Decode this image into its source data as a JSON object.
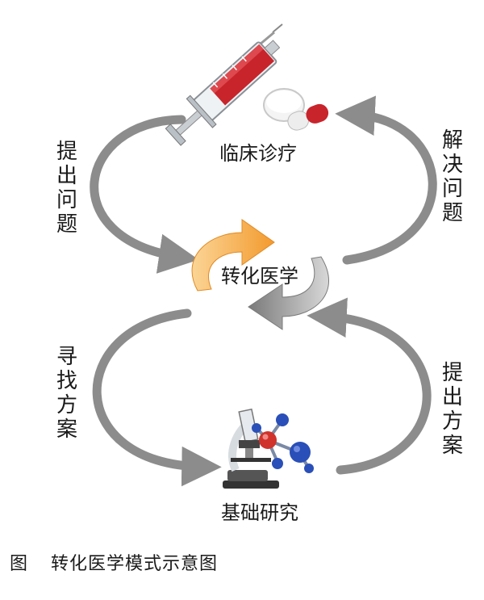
{
  "nodes": {
    "top": "临床诊疗",
    "center": "转化医学",
    "bottom": "基础研究"
  },
  "side_labels": {
    "upper_left": [
      "提",
      "出",
      "问",
      "题"
    ],
    "upper_right": [
      "解",
      "决",
      "问",
      "题"
    ],
    "lower_left": [
      "寻",
      "找",
      "方",
      "案"
    ],
    "lower_right": [
      "提",
      "出",
      "方",
      "案"
    ]
  },
  "caption": {
    "prefix": "图",
    "text": "转化医学模式示意图"
  },
  "colors": {
    "arrow_gray": "#8c8c8c",
    "orange": "#f5a43a",
    "orange_light": "#fbd596",
    "syringe_red": "#c8242b",
    "molecule_blue": "#2a4fb8",
    "molecule_red": "#d0322c"
  },
  "icons": {
    "top": "syringe-and-pills-icon",
    "bottom": "microscope-and-molecule-icon"
  }
}
